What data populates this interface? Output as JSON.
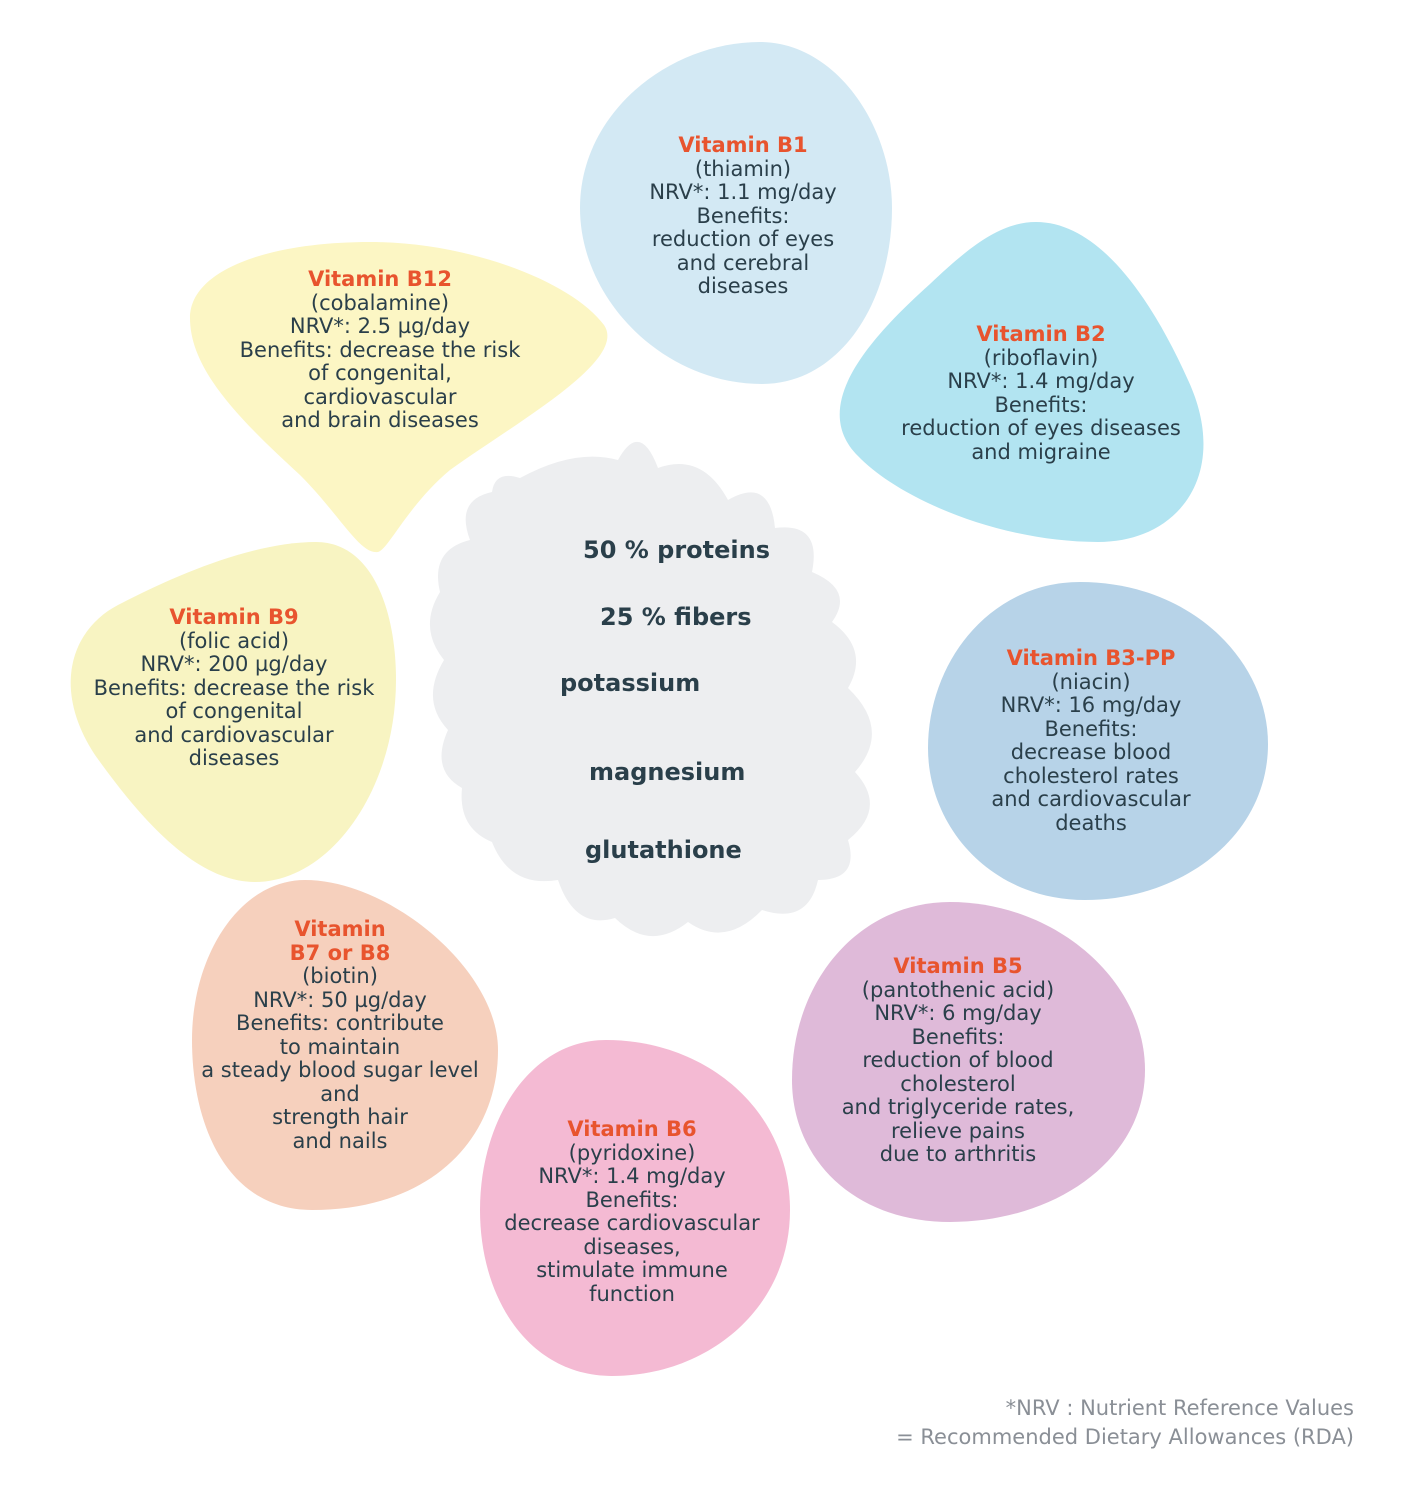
{
  "center": {
    "items": [
      "50 % proteins",
      "25 % fibers",
      "potassium",
      "magnesium",
      "glutathione"
    ],
    "color": "#edeef0"
  },
  "petals": [
    {
      "id": "b1",
      "title": [
        "Vitamin B1"
      ],
      "lines": [
        "(thiamin)",
        "NRV*: 1.1 mg/day",
        "Benefits:",
        "reduction of eyes",
        "and cerebral",
        "diseases"
      ],
      "color": "#d3e9f4"
    },
    {
      "id": "b2",
      "title": [
        "Vitamin B2"
      ],
      "lines": [
        "(riboflavin)",
        "NRV*: 1.4 mg/day",
        "Benefits:",
        "reduction of eyes diseases",
        "and migraine"
      ],
      "color": "#b2e4f1"
    },
    {
      "id": "b3",
      "title": [
        "Vitamin B3-PP"
      ],
      "lines": [
        "(niacin)",
        "NRV*: 16 mg/day",
        "Benefits:",
        "decrease blood",
        "cholesterol rates",
        "and cardiovascular",
        "deaths"
      ],
      "color": "#b7d3e8"
    },
    {
      "id": "b5",
      "title": [
        "Vitamin B5"
      ],
      "lines": [
        "(pantothenic acid)",
        "NRV*: 6 mg/day",
        "Benefits:",
        "reduction of blood",
        "cholesterol",
        "and triglyceride rates,",
        "relieve pains",
        "due to arthritis"
      ],
      "color": "#dfbad9"
    },
    {
      "id": "b6",
      "title": [
        "Vitamin B6"
      ],
      "lines": [
        "(pyridoxine)",
        "NRV*: 1.4 mg/day",
        "Benefits:",
        "decrease cardiovascular",
        "diseases,",
        "stimulate immune",
        "function"
      ],
      "color": "#f4bad3"
    },
    {
      "id": "b7",
      "title": [
        "Vitamin",
        "B7 or B8"
      ],
      "lines": [
        "(biotin)",
        "NRV*: 50 µg/day",
        "Benefits: contribute",
        "to maintain",
        "a steady blood sugar level",
        "and",
        "strength hair",
        "and nails"
      ],
      "color": "#f6d0bd"
    },
    {
      "id": "b9",
      "title": [
        "Vitamin B9"
      ],
      "lines": [
        "(folic acid)",
        "NRV*: 200 µg/day",
        "Benefits: decrease the risk",
        "of congenital",
        "and cardiovascular",
        "diseases"
      ],
      "color": "#f8f4c2"
    },
    {
      "id": "b12",
      "title": [
        "Vitamin B12"
      ],
      "lines": [
        "(cobalamine)",
        "NRV*: 2.5 µg/day",
        "Benefits: decrease the risk",
        "of congenital,",
        "cardiovascular",
        "and brain diseases"
      ],
      "color": "#fcf6c4"
    }
  ],
  "footnote": [
    "*NRV : Nutrient Reference Values",
    "= Recommended Dietary Allowances (RDA)"
  ],
  "colors": {
    "title": "#e8542e",
    "text": "#2a3f4a",
    "footnote": "#8a8f96"
  }
}
